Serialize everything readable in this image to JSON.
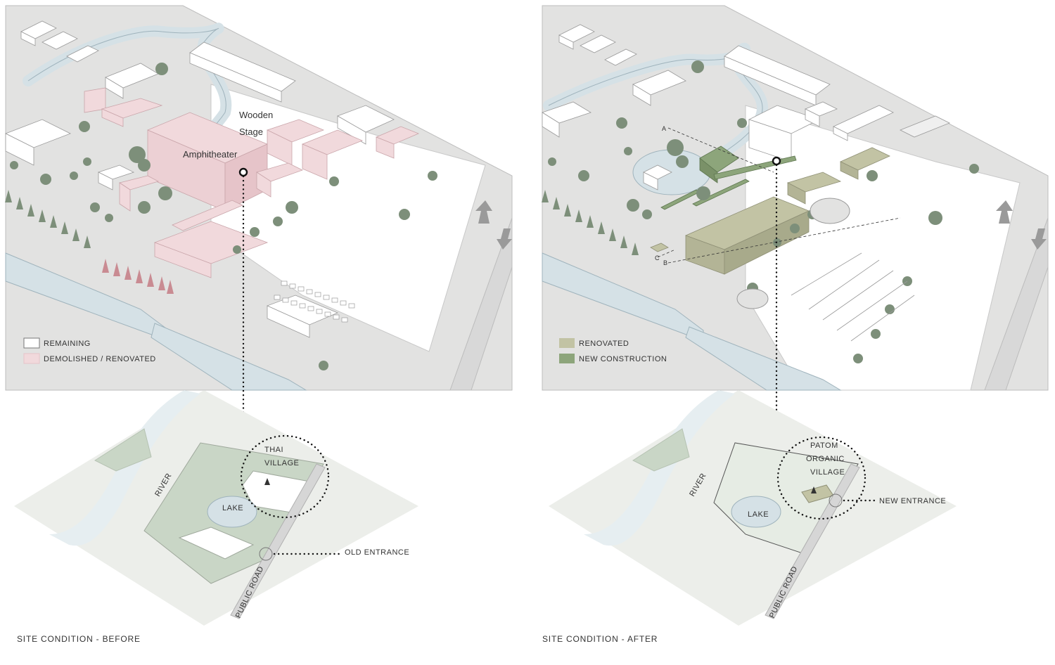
{
  "colors": {
    "ground": "#e2e2e1",
    "water": "#d5e1e6",
    "water_edge": "#9fb3bc",
    "grass": "#c9d6c6",
    "remaining_fill": "#ffffff",
    "demolished_fill": "#f1d9dc",
    "demolished_stroke": "#c9a5aa",
    "renovated_fill": "#c2c3a4",
    "new_construction_fill": "#8da57b",
    "tree": "#7d8f7a",
    "pink_tree": "#c98b92",
    "line": "#777777"
  },
  "before": {
    "caption": "SITE CONDITION - BEFORE",
    "labels": {
      "wooden": "Wooden",
      "stage": "Stage",
      "amphitheater": "Amphitheater"
    },
    "legend": [
      {
        "label": "REMAINING",
        "color": "#ffffff"
      },
      {
        "label": "DEMOLISHED / RENOVATED",
        "color": "#f1d9dc"
      }
    ],
    "map": {
      "river": "RIVER",
      "lake": "LAKE",
      "road": "PUBLIC ROAD",
      "callout_line1": "THAI",
      "callout_line2": "VILLAGE",
      "entrance": "OLD ENTRANCE"
    }
  },
  "after": {
    "caption": "SITE CONDITION - AFTER",
    "section_marks": {
      "a": "A",
      "b": "B",
      "c": "C"
    },
    "legend": [
      {
        "label": "RENOVATED",
        "color": "#c2c3a4"
      },
      {
        "label": "NEW CONSTRUCTION",
        "color": "#8da57b"
      }
    ],
    "map": {
      "river": "RIVER",
      "lake": "LAKE",
      "road": "PUBLIC ROAD",
      "callout_line1": "PATOM",
      "callout_line2": "ORGANIC",
      "callout_line3": "VILLAGE",
      "entrance": "NEW ENTRANCE"
    }
  }
}
